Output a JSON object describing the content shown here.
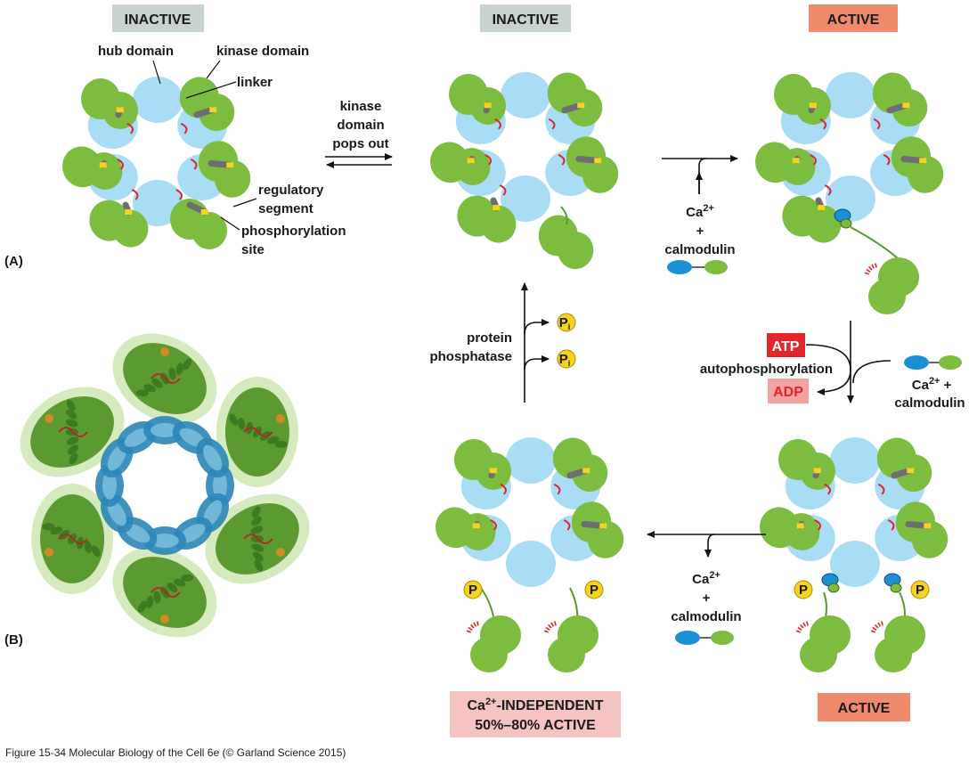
{
  "states": {
    "inactive_1": "INACTIVE",
    "inactive_2": "INACTIVE",
    "active_1": "ACTIVE",
    "active_2": "ACTIVE",
    "independent_line1_a": "Ca",
    "independent_line1_sup": "2+",
    "independent_line1_b": "-INDEPENDENT",
    "independent_line2": "50%–80% ACTIVE"
  },
  "labels": {
    "hub_domain": "hub domain",
    "kinase_domain": "kinase domain",
    "linker": "linker",
    "regulatory_1": "regulatory",
    "regulatory_2": "segment",
    "phosph_1": "phosphorylation",
    "phosph_2": "site",
    "panel_a": "(A)",
    "panel_b": "(B)"
  },
  "steps": {
    "pops_1": "kinase",
    "pops_2": "domain",
    "pops_3": "pops out",
    "ca": "Ca",
    "ca_sup": "2+",
    "plus": "+",
    "calmodulin": "calmodulin",
    "atp": "ATP",
    "adp": "ADP",
    "autophos": "autophosphorylation",
    "ca_plus": "+",
    "protein_1": "protein",
    "protein_2": "phosphatase",
    "p": "P",
    "pi": "P",
    "pi_sub": "i"
  },
  "caption": "Figure 15-34  Molecular Biology of the Cell 6e (© Garland Science 2015)",
  "colors": {
    "hub": "#a9dcf5",
    "kinase": "#7cbc3f",
    "inactive_badge": "#c8d3cf",
    "active_badge": "#f08a6c",
    "independent_badge": "#f6c3c3",
    "atp": "#e3262b",
    "adp_bg": "#f4a3a3",
    "phosphate": "#f6d31c",
    "calmodulin_blue": "#1a8fd6"
  }
}
